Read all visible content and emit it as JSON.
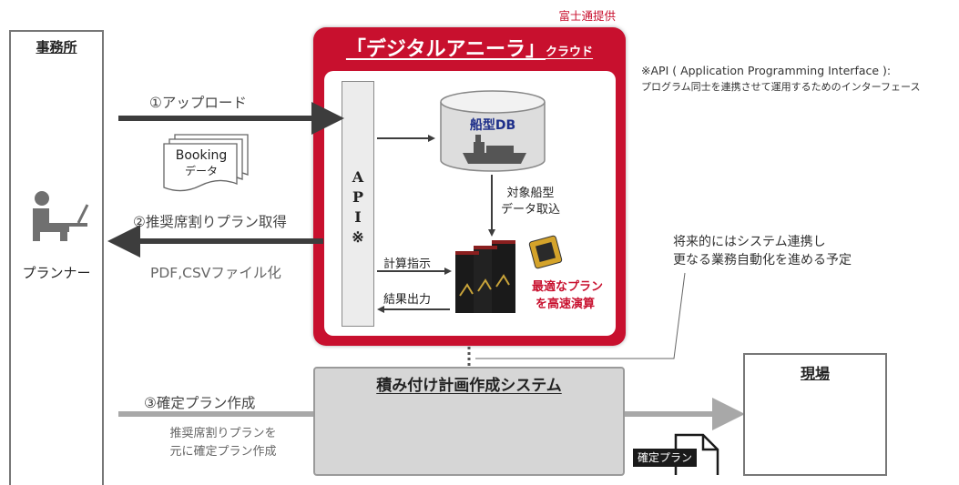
{
  "vendor": "富士通提供",
  "cloud": {
    "brand": "「デジタルアニーラ」",
    "suffix": "クラウド"
  },
  "api": {
    "label": [
      "A",
      "P",
      "I",
      "※"
    ]
  },
  "note": {
    "line1": "※API ( Application Programming Interface ):",
    "line2": "プログラム同士を連携させて運用するためのインターフェース"
  },
  "office": {
    "title": "事務所",
    "planner": "プランナー"
  },
  "flows": {
    "upload": "①アップロード",
    "booking_doc": {
      "line1": "Booking",
      "line2": "データ"
    },
    "get_plan": "②推奨席割りプラン取得",
    "file_output": "PDF,CSVファイル化",
    "create_plan": "③確定プラン作成",
    "create_plan_desc": {
      "line1": "推奨席割りプランを",
      "line2": "元に確定プラン作成"
    }
  },
  "db": {
    "label": "船型DB"
  },
  "fetch": {
    "line1": "対象船型",
    "line2": "データ取込"
  },
  "calc": {
    "instruct": "計算指示",
    "result": "結果出力",
    "line1": "最適なプラン",
    "line2": "を高速演算"
  },
  "future": {
    "line1": "将来的にはシステム連携し",
    "line2": "更なる業務自動化を進める予定"
  },
  "system": {
    "title": "積み付け計画作成システム"
  },
  "site": {
    "title": "現場"
  },
  "confirm_doc": "確定プラン",
  "colors": {
    "red": "#c8102e",
    "navy": "#1e2f8a",
    "dark_arrow": "#3d3d3d",
    "gray_arrow": "#a8a8a8"
  }
}
